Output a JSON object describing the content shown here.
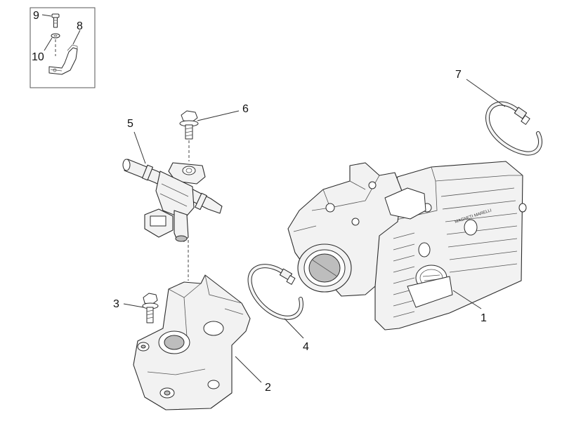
{
  "callouts": {
    "c1": "1",
    "c2": "2",
    "c3": "3",
    "c4": "4",
    "c5": "5",
    "c6": "6",
    "c7": "7",
    "c8": "8",
    "c9": "9",
    "c10": "10"
  },
  "throttle_body": {
    "brand_text": "MAGNETI MARELLI"
  },
  "colors": {
    "line": "#2b2b2b",
    "fill": "#f2f2f2",
    "background": "#ffffff"
  }
}
